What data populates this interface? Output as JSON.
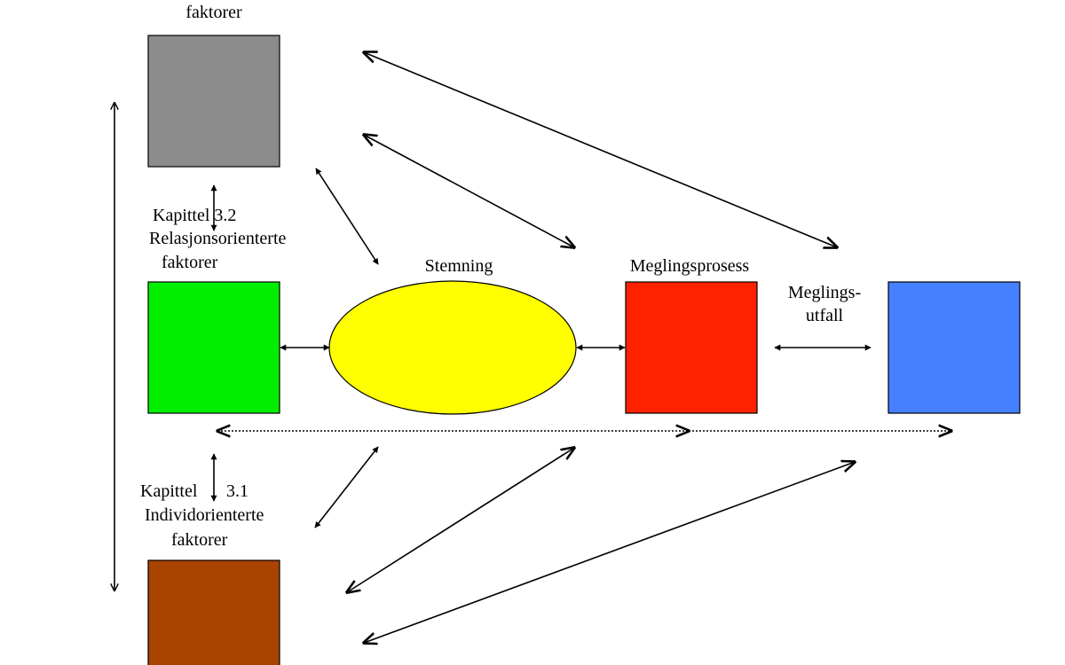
{
  "labels": {
    "top_factors": "faktorer",
    "relational_heading": "Kapittel 3.2",
    "relational_title": "Relasjonsorienterte",
    "relational_sub": "faktorer",
    "mood": "Stemning",
    "process": "Meglingsprosess",
    "outcome_line1": "Meglings-",
    "outcome_line2": "utfall",
    "individual_heading_a": "Kapittel",
    "individual_heading_b": "3.1",
    "individual_title": "Individorienterte",
    "individual_sub": "faktorer"
  },
  "colors": {
    "top_box": "#8c8c8c",
    "relational_box": "#00ee00",
    "mood_ellipse": "#ffff00",
    "process_box": "#ff2200",
    "outcome_box": "#4480ff",
    "individual_box": "#a84300"
  }
}
